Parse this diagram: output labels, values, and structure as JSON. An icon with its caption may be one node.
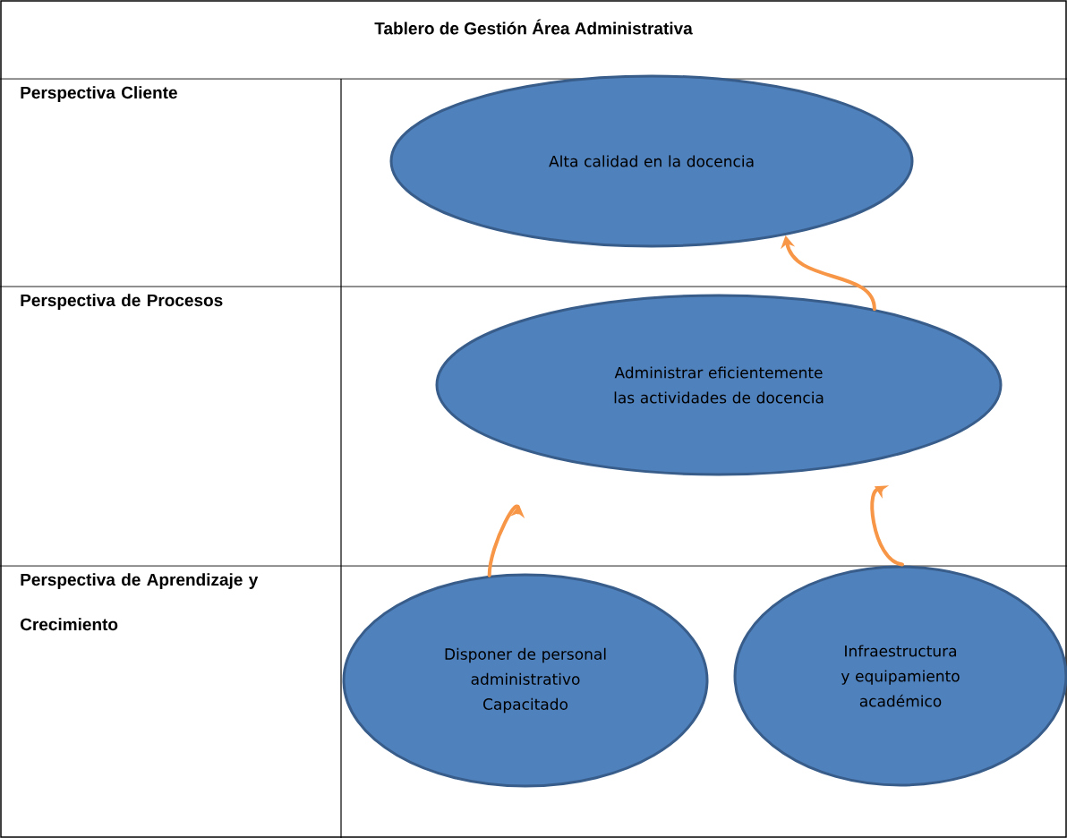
{
  "diagram": {
    "title": "Tablero de Gestión Área Administrativa",
    "nodes": [
      {
        "text": [
          "Alta calidad en la docencia"
        ]
      },
      {
        "text": [
          "Administrar eficientemente las actividades de docencia"
        ]
      },
      {
        "text": [
          "Disponer de personal administrativo Capacitado"
        ]
      },
      {
        "text": [
          "Infraestructura y equipamiento académico"
        ]
      }
    ],
    "edges": [
      {
        "from": 1,
        "to": 0,
        "arrow": "to"
      },
      {
        "from": 2,
        "to": 1,
        "arrow": "to"
      },
      {
        "from": 3,
        "to": 1,
        "arrow": "to"
      }
    ],
    "labels": [
      "Perspectiva Cliente",
      "Perspectiva de Procesos",
      "Perspectiva de Aprendizaje y Crecimiento"
    ]
  }
}
